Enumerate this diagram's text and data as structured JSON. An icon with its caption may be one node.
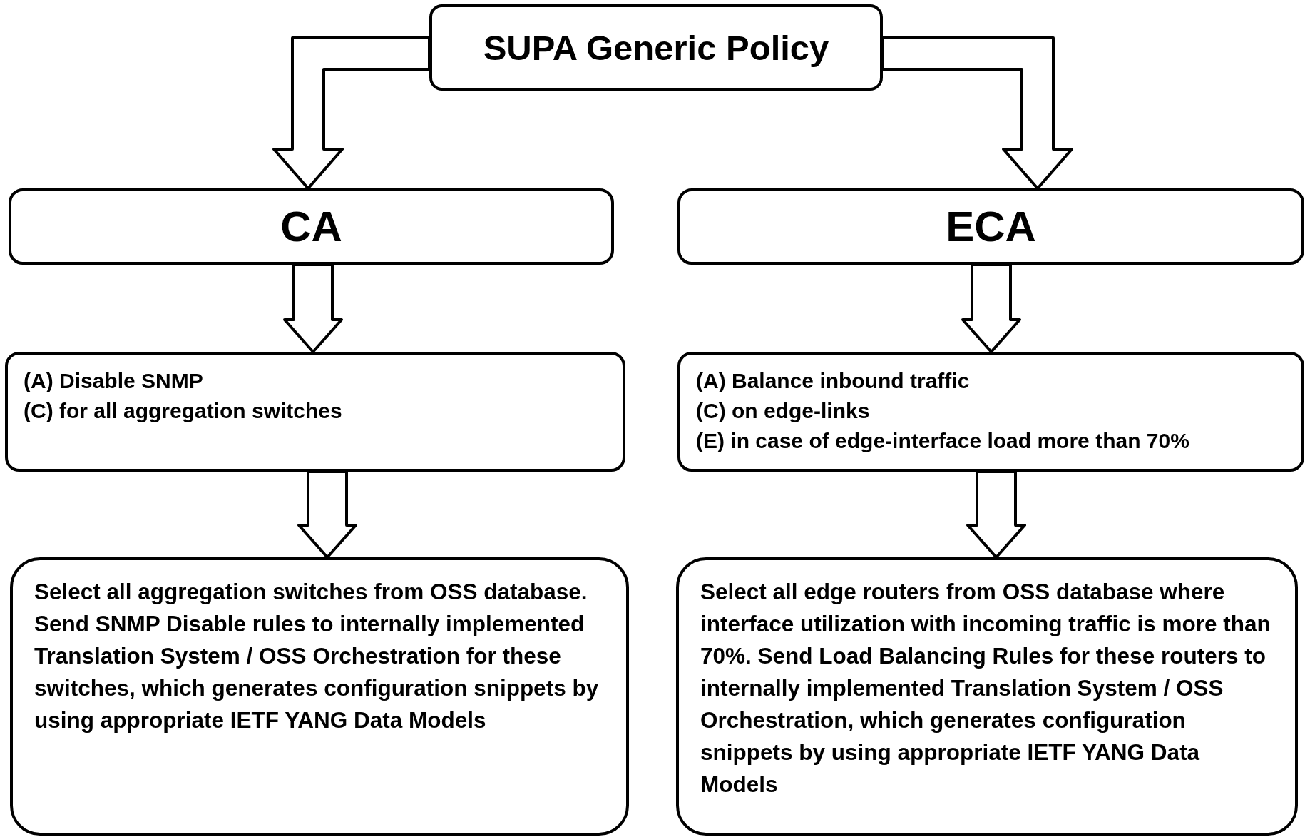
{
  "diagram": {
    "nodes": [
      {
        "text": [
          "SUPA Generic Policy"
        ]
      },
      {
        "text": [
          "CA"
        ]
      },
      {
        "text": [
          "ECA"
        ]
      },
      {
        "text": [
          "(A) Disable SNMP",
          "(C) for all aggregation switches"
        ]
      },
      {
        "text": [
          "(A) Balance inbound traffic",
          "(C) on edge-links",
          "(E) in case of edge-interface load more than 70%"
        ]
      },
      {
        "text": [
          "Select all aggregation switches from OSS database. Send SNMP Disable rules to internally implemented Translation System / OSS Orchestration for these switches, which generates configuration snippets by using appropriate IETF YANG Data Models"
        ]
      },
      {
        "text": [
          "Select all edge routers from OSS database where interface utilization with incoming traffic is more than 70%. Send Load Balancing Rules for these routers to internally implemented Translation System / OSS Orchestration, which generates configuration snippets by using appropriate IETF YANG Data Models"
        ]
      }
    ],
    "edges": [
      {
        "from": 0,
        "to": 1,
        "arrow": "to"
      },
      {
        "from": 0,
        "to": 2,
        "arrow": "to"
      },
      {
        "from": 1,
        "to": 3,
        "arrow": "to"
      },
      {
        "from": 2,
        "to": 4,
        "arrow": "to"
      },
      {
        "from": 3,
        "to": 5,
        "arrow": "to"
      },
      {
        "from": 4,
        "to": 6,
        "arrow": "to"
      }
    ]
  }
}
